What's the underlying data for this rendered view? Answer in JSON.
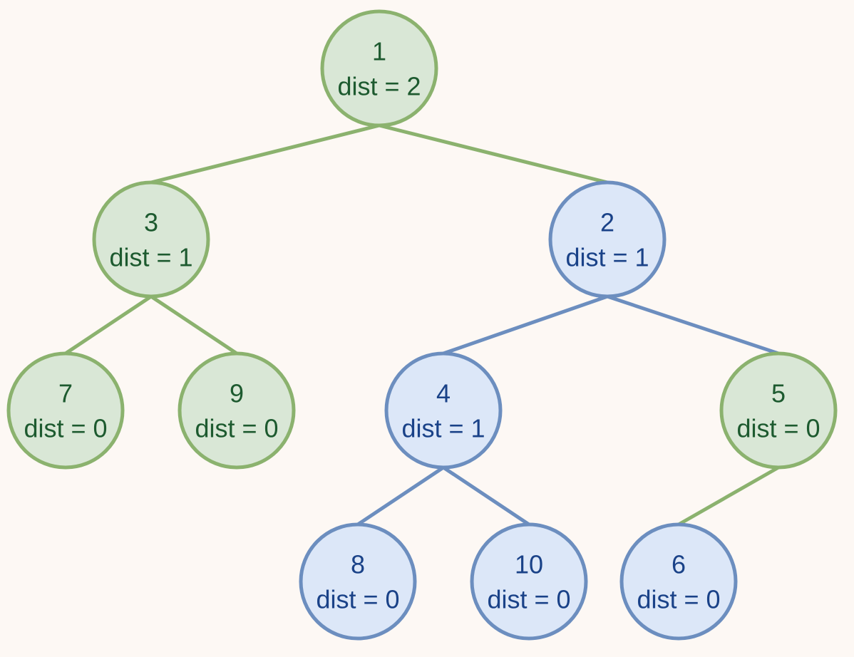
{
  "colors": {
    "background": "#fdf8f4",
    "green_fill": "#d9e7d6",
    "green_stroke": "#8bb26e",
    "green_text": "#1d5a2f",
    "blue_fill": "#dce7f8",
    "blue_stroke": "#6c8ebf",
    "blue_text": "#1a4288"
  },
  "nodes": [
    {
      "id": "1",
      "label": "1",
      "dist": "dist = 2",
      "color": "green"
    },
    {
      "id": "3",
      "label": "3",
      "dist": "dist = 1",
      "color": "green"
    },
    {
      "id": "2",
      "label": "2",
      "dist": "dist = 1",
      "color": "blue"
    },
    {
      "id": "7",
      "label": "7",
      "dist": "dist = 0",
      "color": "green"
    },
    {
      "id": "9",
      "label": "9",
      "dist": "dist = 0",
      "color": "green"
    },
    {
      "id": "4",
      "label": "4",
      "dist": "dist = 1",
      "color": "blue"
    },
    {
      "id": "5",
      "label": "5",
      "dist": "dist = 0",
      "color": "green"
    },
    {
      "id": "8",
      "label": "8",
      "dist": "dist = 0",
      "color": "blue"
    },
    {
      "id": "10",
      "label": "10",
      "dist": "dist = 0",
      "color": "blue"
    },
    {
      "id": "6",
      "label": "6",
      "dist": "dist = 0",
      "color": "blue"
    }
  ],
  "edges": [
    {
      "from": "1",
      "to": "3",
      "color": "green"
    },
    {
      "from": "1",
      "to": "2",
      "color": "green"
    },
    {
      "from": "3",
      "to": "7",
      "color": "green"
    },
    {
      "from": "3",
      "to": "9",
      "color": "green"
    },
    {
      "from": "2",
      "to": "4",
      "color": "blue"
    },
    {
      "from": "2",
      "to": "5",
      "color": "blue"
    },
    {
      "from": "4",
      "to": "8",
      "color": "blue"
    },
    {
      "from": "4",
      "to": "10",
      "color": "blue"
    },
    {
      "from": "5",
      "to": "6",
      "color": "green"
    }
  ]
}
